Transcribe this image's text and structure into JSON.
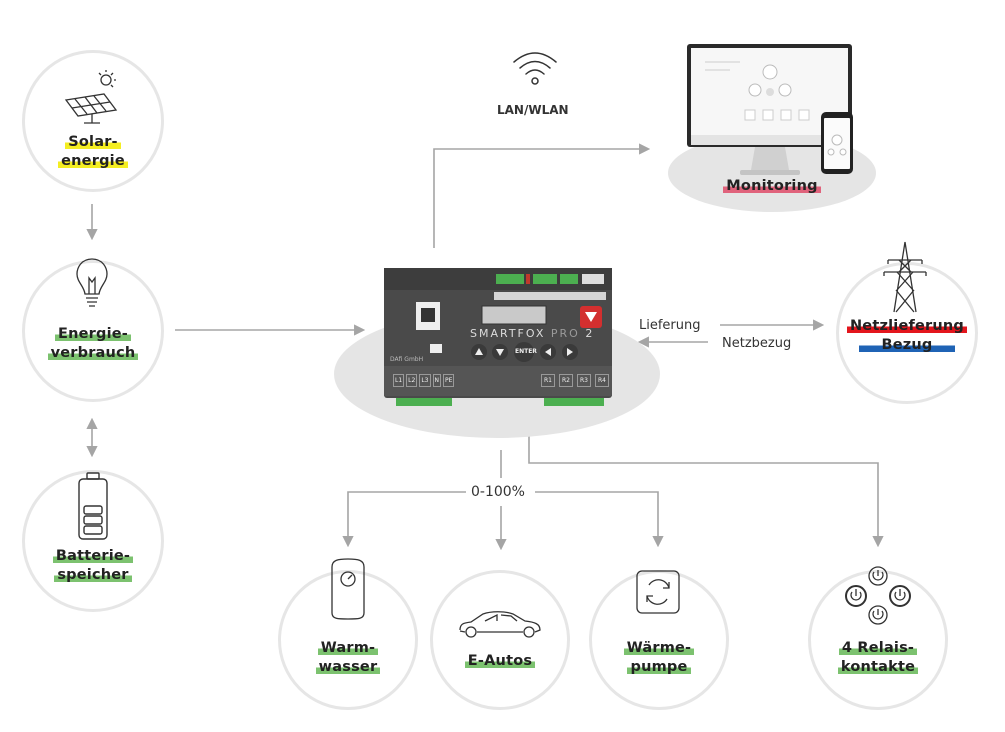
{
  "nodes": {
    "solar": {
      "line1": "Solar-",
      "line2": "energie"
    },
    "consumption": {
      "line1": "Energie-",
      "line2": "verbrauch"
    },
    "battery": {
      "line1": "Batterie-",
      "line2": "speicher"
    },
    "monitoring": {
      "label": "Monitoring"
    },
    "grid": {
      "line1": "Netzlieferung",
      "line2": "Bezug"
    },
    "hotwater": {
      "line1": "Warm-",
      "line2": "wasser"
    },
    "ecars": {
      "label": "E-Autos"
    },
    "heatpump": {
      "line1": "Wärme-",
      "line2": "pumpe"
    },
    "relays": {
      "line1": "4 Relais-",
      "line2": "kontakte"
    }
  },
  "connections": {
    "lan": "LAN/WLAN",
    "delivery": "Lieferung",
    "supply": "Netzbezug",
    "range": "0-100%"
  },
  "device": {
    "brand": "SMARTFOX",
    "model": "PRO",
    "version": "2",
    "maker": "DAfi GmbH",
    "enter": "ENTER",
    "inputs": [
      "L1",
      "L2",
      "L3",
      "N",
      "PE"
    ],
    "relays": [
      "R1",
      "R2",
      "R3",
      "R4"
    ]
  },
  "colors": {
    "solar": "#f4ee22",
    "green": "#7cc26f",
    "monitoring": "#e0637c",
    "delivery": "#e3161d",
    "supply": "#1f63b5",
    "arrows": "#a5a5a5"
  }
}
